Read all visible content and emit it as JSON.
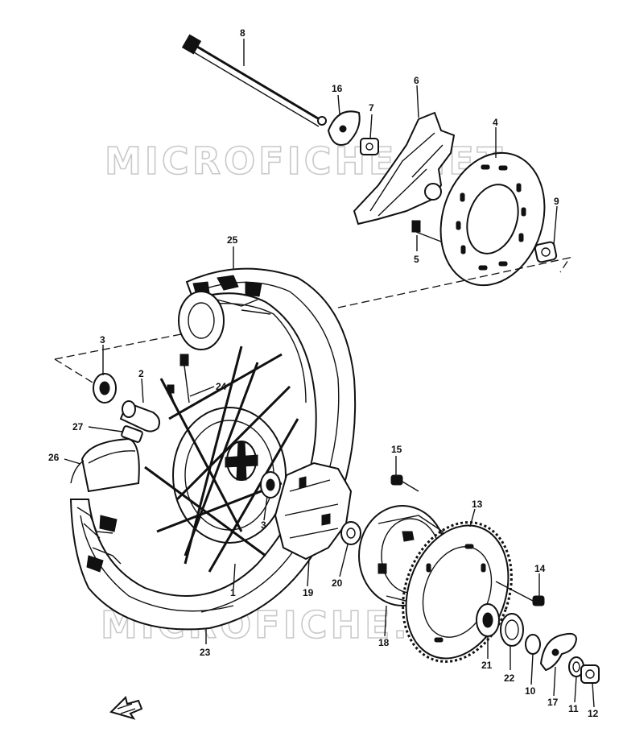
{
  "watermark": {
    "top": "MICROFICHE.NET",
    "bottom": "MICROFICHE.NET"
  },
  "labels": {
    "l1": "1",
    "l2": "2",
    "l3a": "3",
    "l3b": "3",
    "l4": "4",
    "l5": "5",
    "l6": "6",
    "l7": "7",
    "l8": "8",
    "l9": "9",
    "l10": "10",
    "l11": "11",
    "l12": "12",
    "l13": "13",
    "l14": "14",
    "l15": "15",
    "l16": "16",
    "l17": "17",
    "l18": "18",
    "l19": "19",
    "l20": "20",
    "l21": "21",
    "l22": "22",
    "l23": "23",
    "l24": "24",
    "l25": "25",
    "l26": "26",
    "l27": "27"
  },
  "icons": {
    "front_arrow": "front-arrow-icon"
  }
}
